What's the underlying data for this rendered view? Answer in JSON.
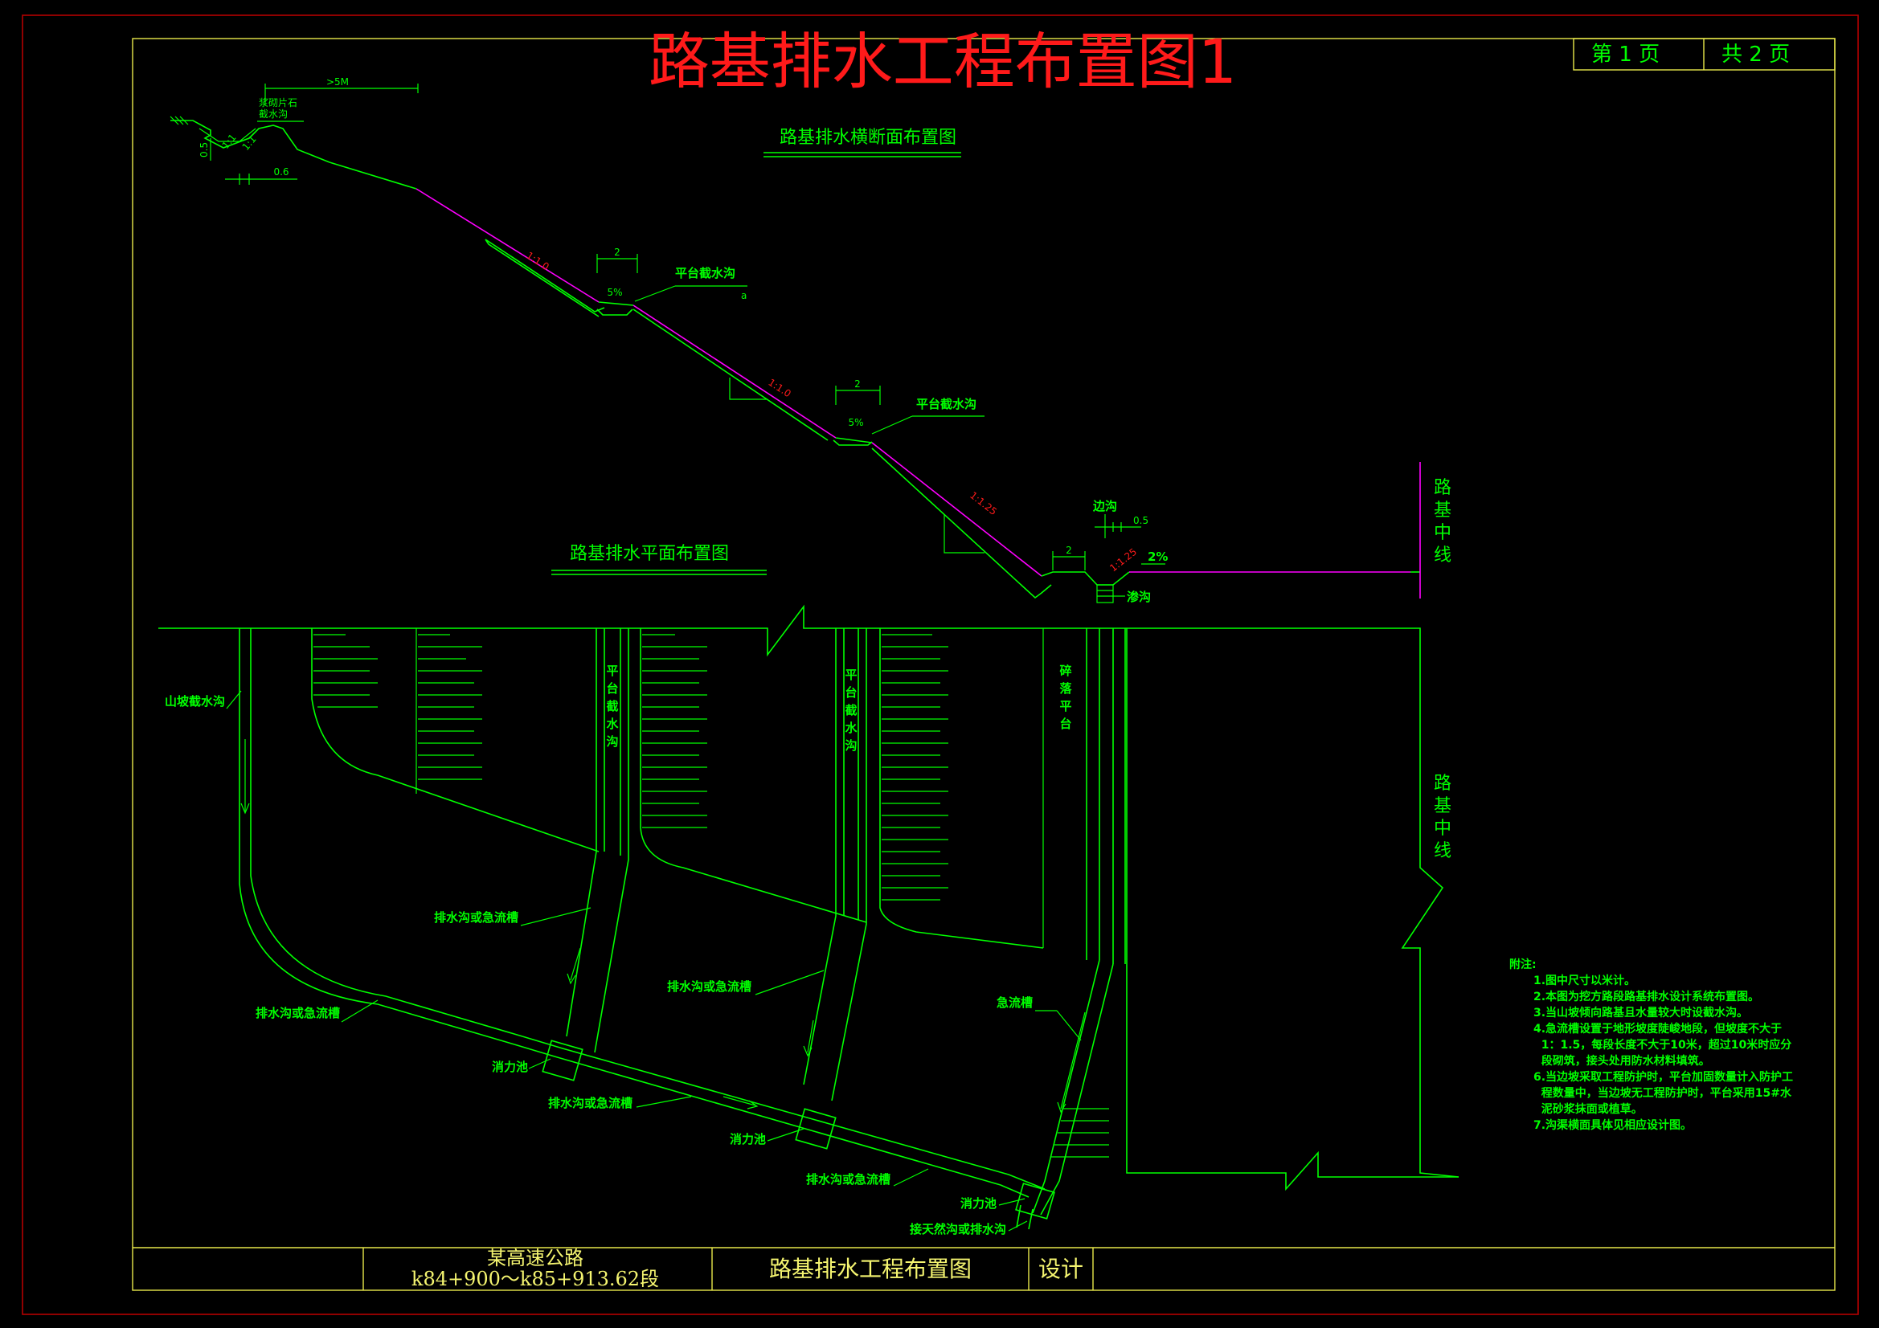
{
  "title": "路基排水工程布置图1",
  "page_box": {
    "current": "第  1  页",
    "total": "共  2  页"
  },
  "cross_section": {
    "title": "路基排水横断面布置图",
    "dim_top": ">5M",
    "dim_06": "0.6",
    "dim_05_left": "0.5",
    "label_top_ditch": "浆砌片石\n截水沟",
    "slope_11a": "1:1",
    "slope_11b": "1:1",
    "slope_1": "1:1.0",
    "slope_2": "1:1.0",
    "slope_3": "1:1.25",
    "slope_4": "1:1.25",
    "bench_width": "2",
    "bench_slope": "5%",
    "bench_label": "平台截水沟",
    "side_ditch": "边沟",
    "dim_05": "0.5",
    "road_slope": "2%",
    "drain_label": "渗沟",
    "centerline": [
      "路",
      "基",
      "中",
      "线"
    ]
  },
  "plan": {
    "title": "路基排水平面布置图",
    "hill_ditch": "山坡截水沟",
    "bench_ditch_vertical": [
      "平",
      "台",
      "截",
      "水",
      "沟"
    ],
    "debris_platform": [
      "碎",
      "落",
      "平",
      "台"
    ],
    "drain_or_chute": "排水沟或急流槽",
    "chute": "急流槽",
    "basin": "消力池",
    "outlet": "接天然沟或排水沟",
    "centerline": [
      "路",
      "基",
      "中",
      "线"
    ]
  },
  "notes": {
    "heading": "附注:",
    "items": [
      "1.图中尺寸以米计。",
      "2.本图为挖方路段路基排水设计系统布置图。",
      "3.当山坡倾向路基且水量较大时设截水沟。",
      "4.急流槽设置于地形坡度陡峻地段，但坡度不大于",
      "  1：1.5，每段长度不大于10米，超过10米时应分",
      "  段砌筑，接头处用防水材料填筑。",
      "6.当边坡采取工程防护时，平台加固数量计入防护工",
      "  程数量中，当边坡无工程防护时，平台采用15#水",
      "  泥砂浆抹面或植草。",
      "7.沟渠横面具体见相应设计图。"
    ]
  },
  "title_block": {
    "project": "某高速公路",
    "section": "k84+900～k85+913.62段",
    "drawing_name": "路基排水工程布置图",
    "design": "设计"
  },
  "colors": {
    "line": "#00ff00",
    "slope_line": "#ff00ff",
    "title": "#ff1a1a",
    "frame": "#e8e84a",
    "outer_frame": "#b40000",
    "background": "#000000"
  }
}
